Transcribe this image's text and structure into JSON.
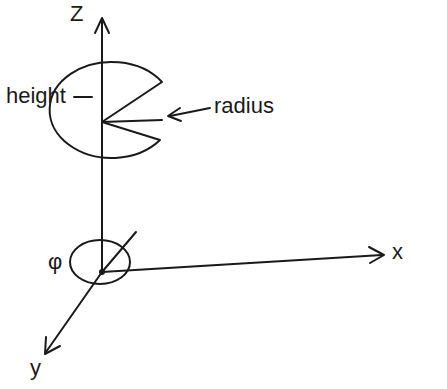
{
  "diagram": {
    "labels": [
      "Z",
      "radius",
      "height",
      "φ",
      "x",
      "y"
    ]
  }
}
